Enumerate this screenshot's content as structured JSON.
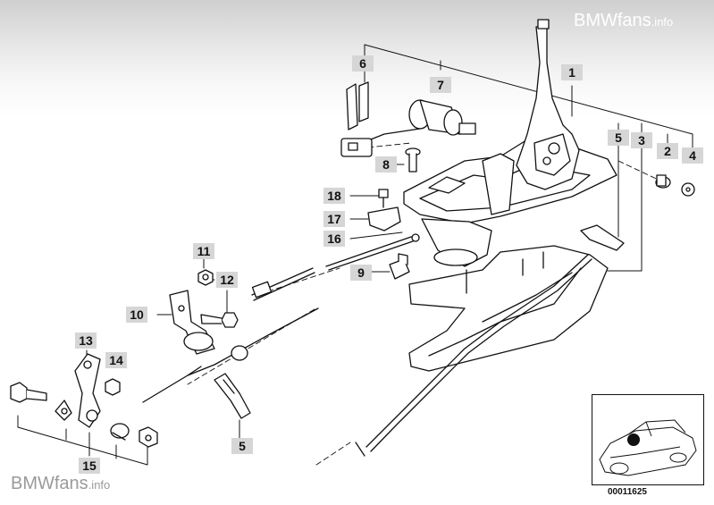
{
  "watermark": {
    "top_brand": "BMWfans",
    "top_suffix": ".info",
    "bottom_brand": "BMWfans",
    "bottom_suffix": ".info"
  },
  "callouts": {
    "c1": "1",
    "c2": "2",
    "c3": "3",
    "c4": "4",
    "c5a": "5",
    "c5b": "5",
    "c6": "6",
    "c7": "7",
    "c8": "8",
    "c9": "9",
    "c10": "10",
    "c11": "11",
    "c12": "12",
    "c13": "13",
    "c14": "14",
    "c15": "15",
    "c16": "16",
    "c17": "17",
    "c18": "18"
  },
  "part_number": "00011625"
}
